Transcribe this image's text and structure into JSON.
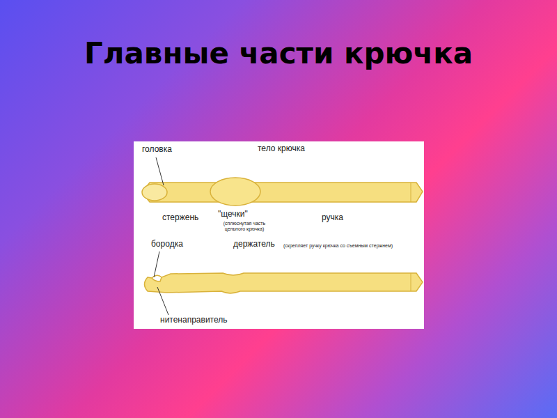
{
  "diagram": {
    "title": "Главные части крючка",
    "labels": [
      "головка",
      "тело крючка",
      "стержень",
      "\"щечки\"",
      "(сплюснутая часть цельного крючка)",
      "ручка",
      "бородка",
      "держатель",
      "(скрепляет ручку крючка со съемным стержнем)",
      "нитенаправитель"
    ]
  }
}
